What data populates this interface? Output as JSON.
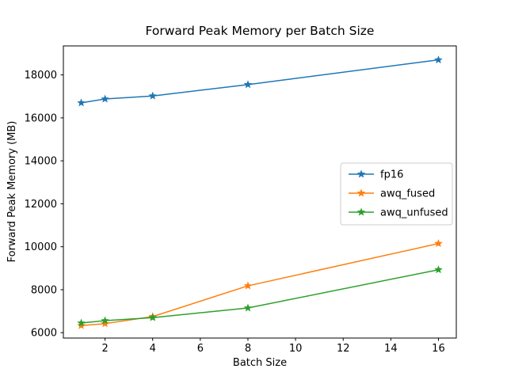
{
  "figure": {
    "title": "Forward Peak Memory per Batch Size",
    "xlabel": "Batch Size",
    "ylabel": "Forward Peak Memory (MB)"
  },
  "chart_data": {
    "type": "line",
    "title": "Forward Peak Memory per Batch Size",
    "xlabel": "Batch Size",
    "ylabel": "Forward Peak Memory (MB)",
    "x": [
      1,
      2,
      4,
      8,
      16
    ],
    "series": [
      {
        "name": "fp16",
        "color": "#1f77b4",
        "values": [
          16700,
          16880,
          17020,
          17550,
          18700
        ]
      },
      {
        "name": "awq_fused",
        "color": "#ff7f0e",
        "values": [
          6330,
          6420,
          6750,
          8180,
          10150
        ]
      },
      {
        "name": "awq_unfused",
        "color": "#2ca02c",
        "values": [
          6450,
          6560,
          6700,
          7150,
          8930
        ]
      }
    ],
    "xticks": [
      2,
      4,
      6,
      8,
      10,
      12,
      14,
      16
    ],
    "yticks": [
      6000,
      8000,
      10000,
      12000,
      14000,
      16000,
      18000
    ],
    "xlim": [
      0.25,
      16.75
    ],
    "ylim": [
      5750,
      19350
    ],
    "marker": "star",
    "line_width": 1.5,
    "grid": false,
    "legend_position": "center right",
    "legend_edge_color": "#cccccc",
    "axes_edge_color": "#000000",
    "background_color": "#ffffff"
  }
}
